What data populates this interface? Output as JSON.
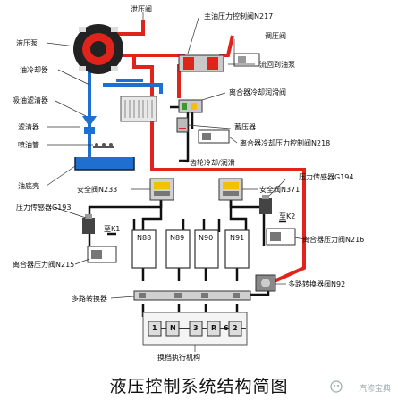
{
  "title": "液压控制系统结构简图",
  "watermark": "汽修宝典",
  "labels": {
    "pump": "液压泵",
    "relief_valve": "泄压阀",
    "main_pressure_valve": "主油压力控制阀N217",
    "regulator_valve": "调压阀",
    "oil_cooler": "油冷却器",
    "return_to_pump": "流回到油泵",
    "suction_filter": "吸油滤清器",
    "clutch_cooling_valve": "离合器冷却润滑阀",
    "filter": "滤清器",
    "accumulator": "蓄压器",
    "spray_tube": "喷油管",
    "clutch_cooling_pressure_valve": "离合器冷却压力控制阀N218",
    "gear_cooling": "齿轮冷却/润滑",
    "oil_pan": "油底壳",
    "safety_valve_1": "安全阀N233",
    "safety_valve_2": "安全阀N371",
    "pressure_sensor_1": "压力传感器G193",
    "pressure_sensor_2": "压力传感器G194",
    "to_k1": "至K1",
    "to_k2": "至K2",
    "n88": "N88",
    "n89": "N89",
    "n90": "N90",
    "n91": "N91",
    "clutch_valve_1": "离合器压力阀N215",
    "clutch_valve_2": "离合器压力阀N216",
    "multiplexer_valve": "多路转换器阀N92",
    "multiplexer": "多路转换器",
    "shift_actuator": "换档执行机构",
    "gear_1": "1",
    "gear_n": "N",
    "gear_3": "3",
    "gear_r": "R",
    "gear_6": "6",
    "gear_2": "2"
  },
  "colors": {
    "pressure_line": "#e0241b",
    "return_line": "#1f6fd1",
    "control_line": "#111111",
    "accent_yellow": "#f2c200",
    "accent_green": "#3a9a2c"
  }
}
